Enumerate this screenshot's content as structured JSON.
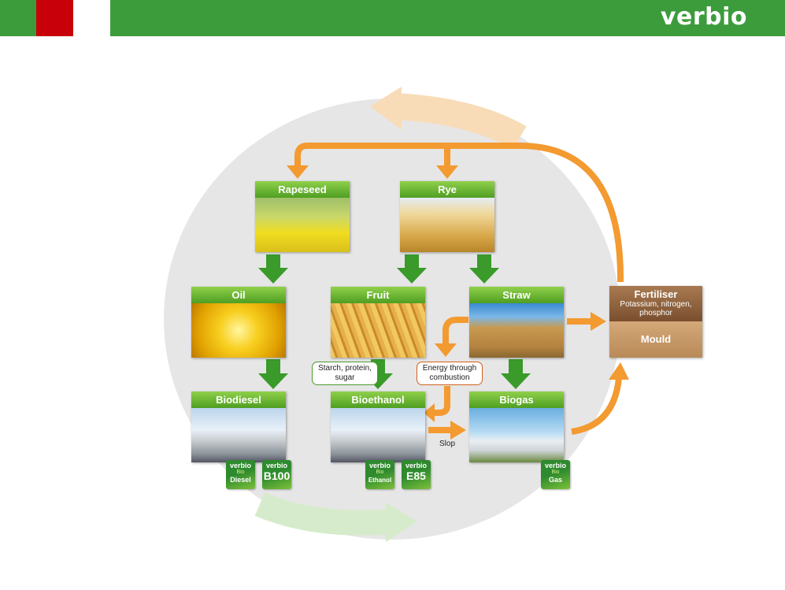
{
  "header": {
    "brand": "verbio",
    "colors": {
      "bar": "#3c9c3c",
      "red": "#c8000a",
      "white": "#ffffff"
    }
  },
  "nodes": {
    "rapeseed": "Rapeseed",
    "rye": "Rye",
    "oil": "Oil",
    "fruit": "Fruit",
    "straw": "Straw",
    "biodiesel": "Biodiesel",
    "bioethanol": "Bioethanol",
    "biogas": "Biogas"
  },
  "fertiliser": {
    "title": "Fertiliser",
    "subtitle_line1": "Potassium, nitrogen,",
    "subtitle_line2": "phosphor",
    "mould": "Mould"
  },
  "callouts": {
    "starch_line1": "Starch, protein,",
    "starch_line2": "sugar",
    "energy_line1": "Energy through",
    "energy_line2": "combustion",
    "slop": "Slop"
  },
  "badges": {
    "biodiesel": {
      "brand": "verbio",
      "bio": "Bio",
      "product": "Diesel"
    },
    "b100": {
      "brand": "verbio",
      "product": "B100"
    },
    "bioethanol": {
      "brand": "verbio",
      "bio": "Bio",
      "product": "Ethanol"
    },
    "e85": {
      "brand": "verbio",
      "product": "E85"
    },
    "biogas": {
      "brand": "verbio",
      "bio": "Bio",
      "product": "Gas"
    }
  },
  "icons": {
    "green_arrow": "down-arrow-icon",
    "orange_arrow": "curved-arrow-icon"
  },
  "colors": {
    "green": "#3a9a2a",
    "orange": "#f39a30",
    "cycle_circle": "#e6e6e6"
  }
}
